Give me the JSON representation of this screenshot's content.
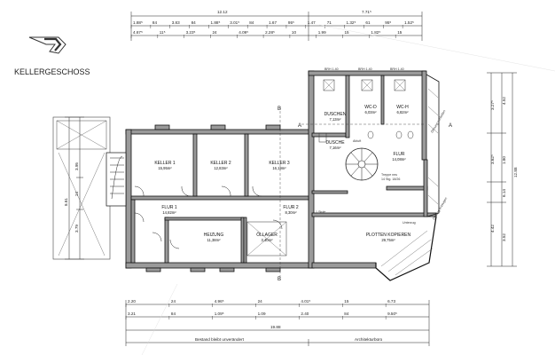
{
  "title": "KELLERGESCHOSS",
  "rooms": {
    "keller1": {
      "name": "KELLER 1",
      "area": "15,95m²"
    },
    "keller2": {
      "name": "KELLER 2",
      "area": "12,83m²"
    },
    "keller3": {
      "name": "KELLER 3",
      "area": "16,19m²"
    },
    "flur1": {
      "name": "FLUR 1",
      "area": "14,82m²"
    },
    "flur2": {
      "name": "FLUR 2",
      "area": "8,30m²"
    },
    "heizung": {
      "name": "HEIZUNG",
      "area": "11,38m²"
    },
    "oellager": {
      "name": "ÖLLAGER",
      "area": "3,40m²"
    },
    "duschen": {
      "name": "DUSCHEN",
      "area": "7,13m²"
    },
    "dusche": {
      "name": "DUSCHE",
      "area": "7,16m²"
    },
    "wcd": {
      "name": "WC-D",
      "area": "6,03m²"
    },
    "wch": {
      "name": "WC-H",
      "area": "6,82m²"
    },
    "flur": {
      "name": "FLUR",
      "area": "14,08m²"
    },
    "plotten": {
      "name": "PLOTTEN KOPIEREN",
      "area": "29,75m²"
    }
  },
  "annotations": {
    "brh1": "BRH 1.40",
    "brh2": "BRH 1.40",
    "brh3": "BRH 1.40",
    "abluft": "Abluft",
    "treppe": "Treppe neu",
    "treppe_spec": "14 Stg. 18/26",
    "stufe": "1 Stufe",
    "unterzug": "Unterzug",
    "oeffnung1": "Öffnung schließen",
    "oeffnung2": "Öffnung erzeugen",
    "bestand": "Bestand bleibt unverändert",
    "architektur": "Architekturbüro",
    "section_a": "A",
    "section_a2": "A",
    "section_b": "B",
    "section_b2": "B"
  },
  "dims_top": {
    "overall_left": "12.12",
    "overall_right": "7.71⁵",
    "row1": [
      "1.88⁵",
      "84",
      "3.83",
      "84",
      "1.88⁵",
      "3.01⁵",
      "84",
      "1.67",
      "95⁵",
      "1.47",
      "71",
      "1.32⁵",
      "61",
      "95⁵",
      "1.52⁵"
    ],
    "row2": [
      "4.67⁵",
      "11⁵",
      "3.23⁵",
      "24",
      "4.09⁵",
      "2.28⁵",
      "10",
      "1.99",
      "15",
      "1.82⁵",
      "15"
    ]
  },
  "dims_bottom": {
    "row1": [
      "2.20",
      "24",
      "4.96⁵",
      "24",
      "4.01⁵",
      "15",
      "6.73"
    ],
    "row2": [
      "3.21",
      "84",
      "1.09⁵",
      "1.09",
      "2.40",
      "84",
      "9.50⁵"
    ],
    "overall": "19.88"
  },
  "dims_left": [
    "8.81",
    "3.95",
    "3.79",
    "24"
  ],
  "dims_right": [
    "4.52",
    "3.27⁵",
    "12.88",
    "3.62⁵",
    "1.80",
    "6.14",
    "4.42",
    "3.52"
  ]
}
